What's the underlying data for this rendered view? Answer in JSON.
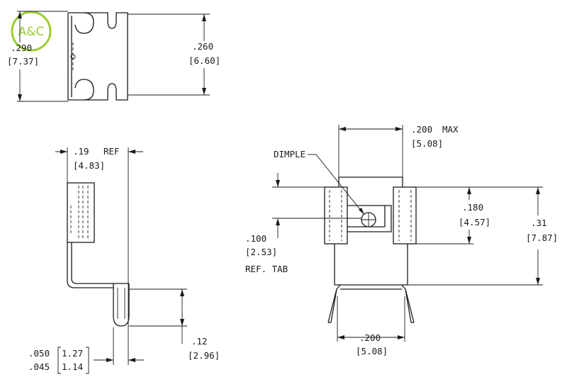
{
  "logo": {
    "text": "A&C",
    "color": "#9acd32"
  },
  "colors": {
    "line": "#1a1a1a",
    "background": "#ffffff"
  },
  "top_view": {
    "height_in": ".290",
    "height_mm": "[7.37]",
    "inner_in": ".260",
    "inner_mm": "[6.60]"
  },
  "side_view": {
    "ref_in": ".19",
    "ref_label": "REF",
    "ref_mm": "[4.83]",
    "lead_in": ".12",
    "lead_mm": "[2.96]",
    "thick_max_in": ".050",
    "thick_max_mm": "1.27",
    "thick_min_in": ".045",
    "thick_min_mm": "1.14"
  },
  "front_view": {
    "dimple_label": "DIMPLE",
    "width_in": ".200",
    "width_suffix": "MAX",
    "width_mm": "[5.08]",
    "clip_in": ".180",
    "clip_mm": "[4.57]",
    "total_in": ".31",
    "total_mm": "[7.87]",
    "tab_in": ".100",
    "tab_mm": "[2.53]",
    "tab_label": "REF. TAB",
    "pin_in": ".200",
    "pin_mm": "[5.08]"
  }
}
